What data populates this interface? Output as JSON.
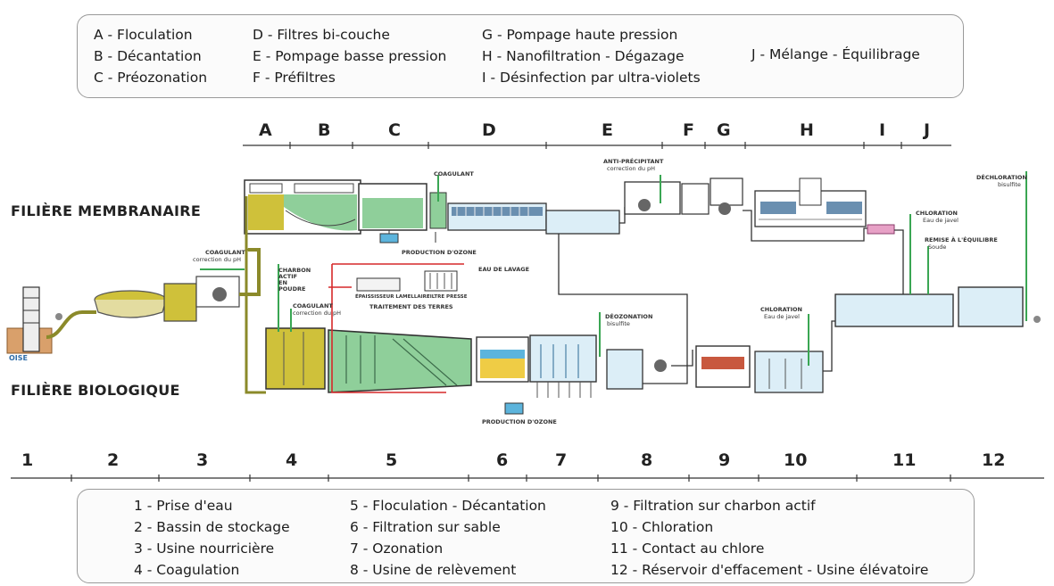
{
  "legend_letters": [
    "A - Floculation",
    "B - Décantation",
    "C - Préozonation",
    "D - Filtres bi-couche",
    "E - Pompage basse pression",
    "F - Préfiltres",
    "G - Pompage haute pression",
    "H - Nanofiltration - Dégazage",
    "I - Désinfection par ultra-violets",
    "J - Mélange -  Équilibrage"
  ],
  "stage_letters": [
    "A",
    "B",
    "C",
    "D",
    "E",
    "F",
    "G",
    "H",
    "I",
    "J"
  ],
  "stage_numbers": [
    "1",
    "2",
    "3",
    "4",
    "5",
    "6",
    "7",
    "8",
    "9",
    "10",
    "11",
    "12"
  ],
  "row_labels": {
    "membrane": "FILIÈRE MEMBRANAIRE",
    "biological": "FILIÈRE BIOLOGIQUE"
  },
  "source_label": "OISE",
  "annotations": {
    "coagulant_top": "COAGULANT",
    "anti_precipitant": "ANTI-PRÉCIPITANT",
    "anti_precipitant_sub": "correction du pH",
    "dechloration": "DÉCHLORATION",
    "dechloration_sub": "bisulfite",
    "coagulant_left": "COAGULANT",
    "coagulant_left_sub": "correction du pH",
    "production_ozone_top": "PRODUCTION D'OZONE",
    "eau_de_lavage": "EAU DE LAVAGE",
    "charbon_actif": "CHARBON ACTIF EN POUDRE",
    "coagulant_mid": "COAGULANT",
    "coagulant_mid_sub": "correction du pH",
    "epaississeur": "ÉPAISSISSEUR LAMELLAIRE",
    "filtre_presse": "FILTRE PRESSE",
    "traitement_terres": "TRAITEMENT DES TERRES",
    "chloration_top": "CHLORATION",
    "chloration_top_sub": "Eau de javel",
    "remise_equilibre": "REMISE À L'ÉQUILIBRE",
    "remise_equilibre_sub": "Soude",
    "deozonation": "DÉOZONATION",
    "deozonation_sub": "bisulfite",
    "chloration_bottom": "CHLORATION",
    "chloration_bottom_sub": "Eau de javel",
    "production_ozone_bottom": "PRODUCTION D'OZONE"
  },
  "legend_numbers": [
    "1 - Prise d'eau",
    "2 - Bassin de stockage",
    "3 - Usine nourricière",
    "4 - Coagulation",
    "5 - Floculation - Décantation",
    "6 - Filtration sur sable",
    "7 - Ozonation",
    "8 - Usine de relèvement",
    "9 - Filtration sur charbon actif",
    "10 - Chloration",
    "11 - Contact au chlore",
    "12 - Réservoir d'effacement - Usine élévatoire"
  ],
  "colors": {
    "water_blue": "#dceef7",
    "flocculation_olive": "#cfc13a",
    "decant_green": "#8fcf9a",
    "sand_yellow": "#efcc45",
    "ozone_blue": "#5cb4dc",
    "source_brown": "#d9a06b",
    "charcoal_red": "#c8583e",
    "reagent_green": "#3aa653",
    "sludge_red": "#d6292a"
  }
}
